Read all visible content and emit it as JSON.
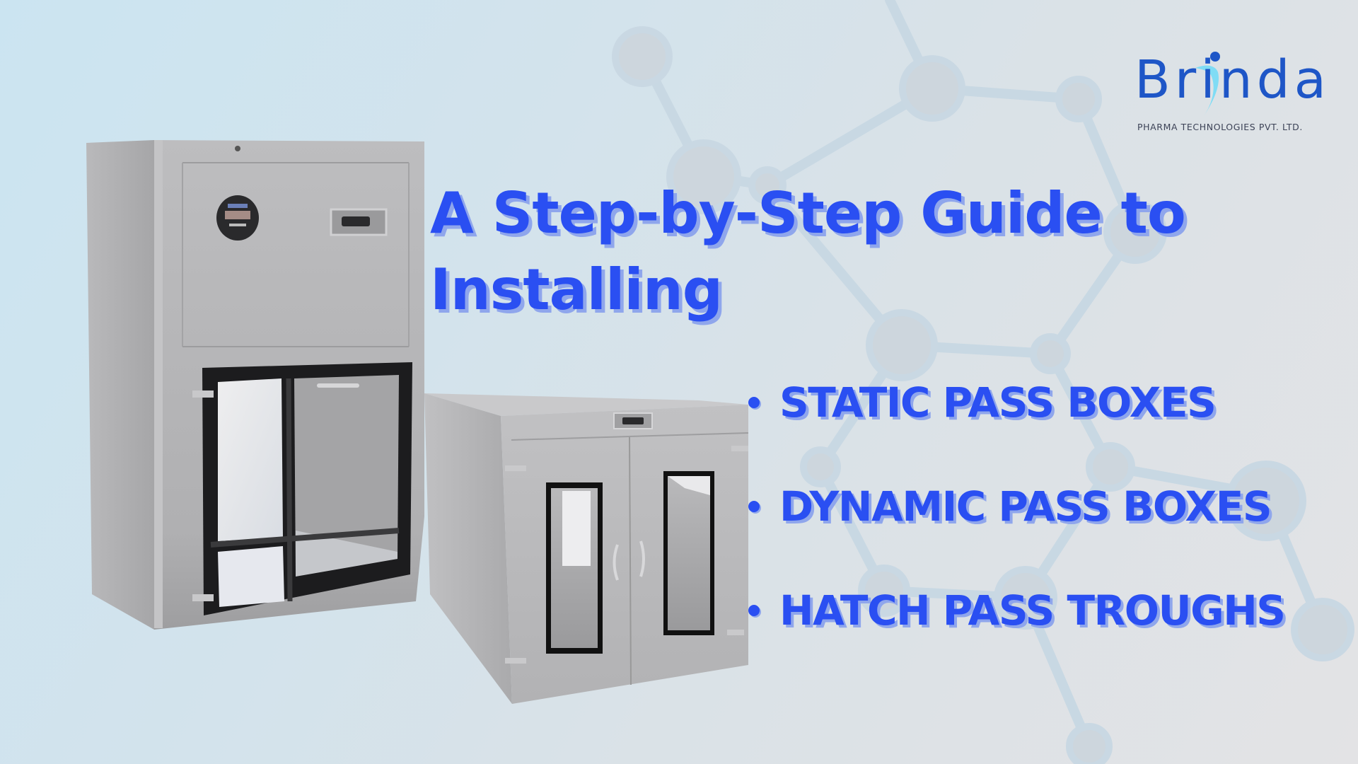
{
  "brand": {
    "name": "Brinda",
    "tagline": "PHARMA TECHNOLOGIES PVT. LTD.",
    "color": "#1e56c7",
    "accent_figure_color": "#7fdcf5"
  },
  "headline": {
    "line1": "A Step-by-Step Guide to",
    "line2": "Installing",
    "color": "#2a4ff2",
    "shadow_color": "#8fa6ec"
  },
  "product_list": {
    "items": [
      {
        "label": "STATIC PASS BOXES"
      },
      {
        "label": "DYNAMIC PASS BOXES"
      },
      {
        "label": "HATCH PASS TROUGHS"
      }
    ]
  },
  "images": {
    "product_1": "vertical dynamic pass box with digital gauge and glass door",
    "product_2": "double-door static pass box with glass windows"
  },
  "background": {
    "gradient_start": "#cbe4f1",
    "gradient_end": "#e3e3e5",
    "pattern": "molecule network"
  }
}
